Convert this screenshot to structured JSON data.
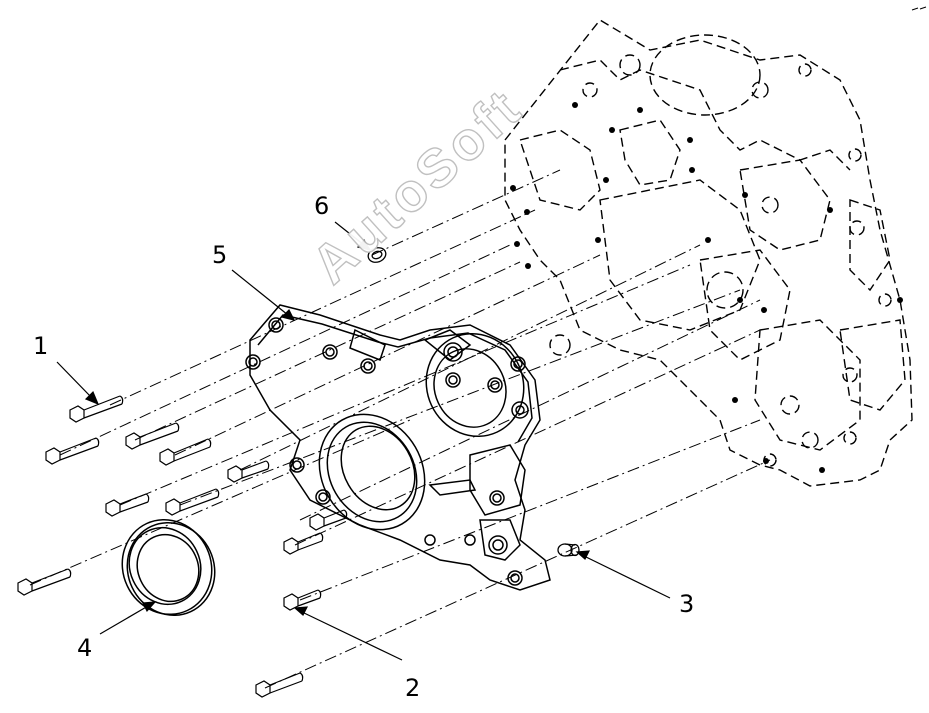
{
  "callouts": {
    "c1": "1",
    "c2": "2",
    "c3": "3",
    "c4": "4",
    "c5": "5",
    "c6": "6"
  },
  "watermark": "AutoSoft",
  "colors": {
    "line": "#000000",
    "background": "#ffffff",
    "watermark_outline": "#bdbdbd"
  }
}
